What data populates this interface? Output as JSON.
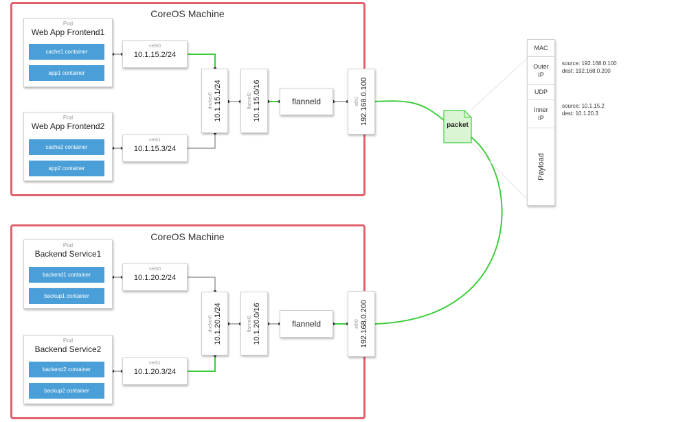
{
  "machine_top": {
    "title": "CoreOS Machine",
    "pods": [
      {
        "label": "Pod",
        "name": "Web App Frontend1",
        "containers": [
          "cache1 container",
          "app1 container"
        ]
      },
      {
        "label": "Pod",
        "name": "Web App Frontend2",
        "containers": [
          "cache2 container",
          "app2 container"
        ]
      }
    ],
    "veths": [
      {
        "label": "veth0",
        "ip": "10.1.15.2/24"
      },
      {
        "label": "veth1",
        "ip": "10.1.15.3/24"
      }
    ],
    "docker": {
      "label": "docker0",
      "ip": "10.1.15.1/24"
    },
    "flannel_if": {
      "label": "flannel0",
      "ip": "10.1.15.0/16"
    },
    "flanneld": "flanneld",
    "eth": {
      "label": "eth0",
      "ip": "192.168.0.100"
    }
  },
  "machine_bottom": {
    "title": "CoreOS Machine",
    "pods": [
      {
        "label": "Pod",
        "name": "Backend Service1",
        "containers": [
          "backend1 container",
          "backup1 container"
        ]
      },
      {
        "label": "Pod",
        "name": "Backend Service2",
        "containers": [
          "backend2 container",
          "backup2 container"
        ]
      }
    ],
    "veths": [
      {
        "label": "veth0",
        "ip": "10.1.20.2/24"
      },
      {
        "label": "veth1",
        "ip": "10.1.20.3/24"
      }
    ],
    "docker": {
      "label": "docker0",
      "ip": "10.1.20.1/24"
    },
    "flannel_if": {
      "label": "flannel0",
      "ip": "10.1.20.0/16"
    },
    "flanneld": "flanneld",
    "eth": {
      "label": "eth0",
      "ip": "192.168.0.200"
    }
  },
  "packet": {
    "label": "packet",
    "fields": [
      "MAC",
      "Outer IP",
      "UDP",
      "Inner IP",
      "Payload"
    ],
    "outer_source": "source: 192.168.0.100",
    "outer_dest": "dest: 192.168.0.200",
    "inner_source": "source: 10.1.15.2",
    "inner_dest": "dest: 10.1.20.3"
  },
  "colors": {
    "machine_border": "#e0606c",
    "container": "#4a9fd8",
    "link": "#3ccd3c",
    "packet_fill": "#d9f5d4"
  }
}
